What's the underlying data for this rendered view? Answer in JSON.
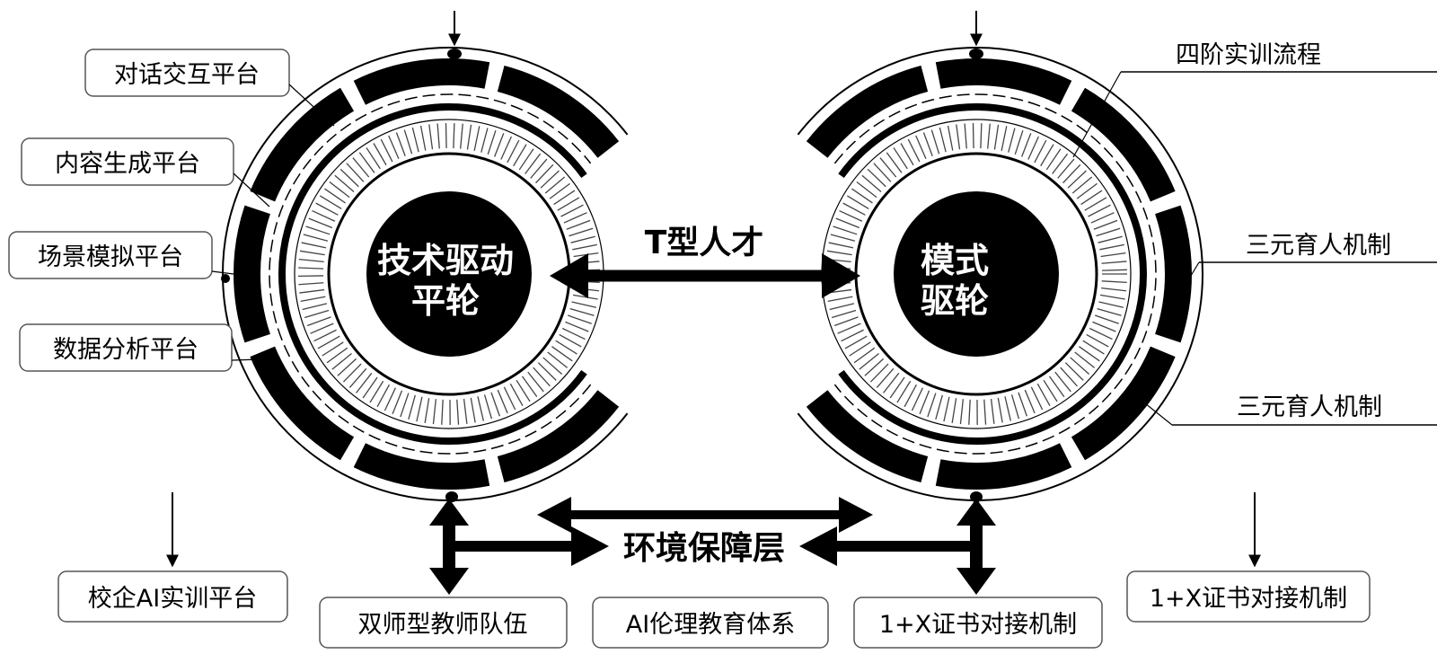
{
  "colors": {
    "ink": "#000000",
    "paper": "#ffffff",
    "box_border": "#555555"
  },
  "wheels": {
    "left_hub": [
      "技术驱动",
      "平轮"
    ],
    "right_hub": [
      "模式",
      "驱轮"
    ]
  },
  "center_label": "T型人才",
  "environment_label": "环境保障层",
  "left_labels": [
    "对话交互平台",
    "内容生成平台",
    "场景模拟平台",
    "数据分析平台"
  ],
  "right_labels": [
    "四阶实训流程",
    "三元育人机制",
    "三元育人机制"
  ],
  "bottom_boxes": [
    "校企AI实训平台",
    "双师型教师队伍",
    "AI伦理教育体系",
    "1+X证书对接机制",
    "1+X证书对接机制"
  ],
  "icons": [
    "double-arrow-icon",
    "down-arrow-icon",
    "connector-dot-icon"
  ]
}
